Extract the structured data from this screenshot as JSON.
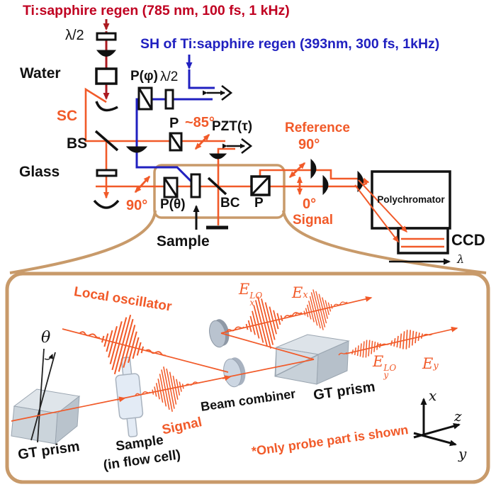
{
  "colors": {
    "orange": "#f15a29",
    "dark_red": "#ab1a20",
    "title_red": "#c00021",
    "blue": "#2020c0",
    "tan": "#c89a6a"
  },
  "titles": {
    "regen": "Ti:sapphire regen (785 nm, 100 fs, 1 kHz)",
    "sh": "SH of Ti:sapphire regen (393nm, 300 fs, 1kHz)"
  },
  "top": {
    "half_wave_input": "λ/2",
    "water": "Water",
    "sc": "SC",
    "bs": "BS",
    "glass": "Glass",
    "p_phi": "P(φ)",
    "half_wave_pump": "λ/2",
    "p_lo": "P",
    "angle_85": "~85°",
    "pzt": "PZT(τ)",
    "reference": "Reference",
    "angle_ref": "90°",
    "angle_probe": "90°",
    "p_theta": "P(θ)",
    "sample": "Sample",
    "bc": "BC",
    "p_analyzer": "P",
    "angle_signal": "0°",
    "signal": "Signal",
    "polychromator": "Polychromator",
    "ccd": "CCD",
    "lambda_axis": "λ"
  },
  "bottom": {
    "theta": "θ",
    "local_oscillator": "Local oscillator",
    "gt_prism_left": "GT prism",
    "sample_line1": "Sample",
    "sample_line2": "(in flow cell)",
    "signal": "Signal",
    "beam_combiner": "Beam combiner",
    "gt_prism_right": "GT prism",
    "note": "*Only probe part is shown",
    "e_base": "E",
    "ex_sub": "x",
    "ey_sub": "y",
    "lo_sup": "LO",
    "axis_x": "x",
    "axis_y": "y",
    "axis_z": "z"
  }
}
